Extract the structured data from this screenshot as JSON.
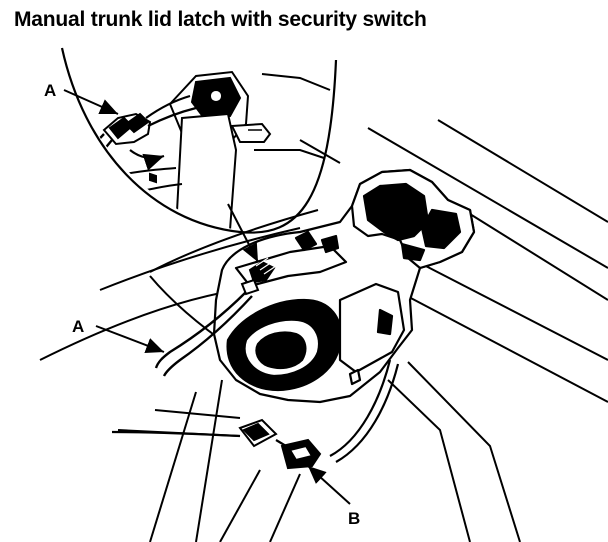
{
  "title": "Manual trunk lid latch with security switch",
  "callouts": {
    "a_inset": "A",
    "a_main": "A",
    "b": "B"
  }
}
